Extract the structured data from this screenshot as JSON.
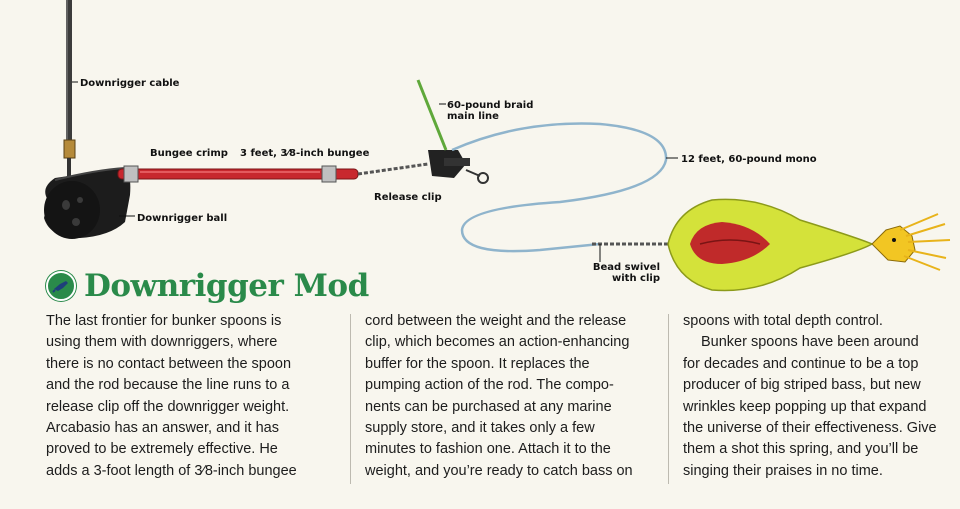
{
  "illustration": {
    "labels": {
      "downrigger_cable": "Downrigger cable",
      "bungee_crimp": "Bungee crimp",
      "bungee": "3 feet, 3⁄8-inch bungee",
      "downrigger_ball": "Downrigger ball",
      "release_clip": "Release clip",
      "braid": "60-pound braid main line",
      "mono": "12 feet, 60-pound mono",
      "swivel": "Bead swivel with clip"
    },
    "colors": {
      "bungee": "#c8282e",
      "braid": "#5fa83a",
      "mono": "#8fb4cc",
      "spoon": "#d4e23a",
      "ball": "#1c1c1c"
    }
  },
  "headline": {
    "icon": "rod-icon",
    "title": "Downrigger Mod",
    "color": "#2a8a4a"
  },
  "columns": {
    "col1": [
      "The last frontier for bunker spoons is",
      "using them with downriggers, where",
      "there is no contact between the spoon",
      "and the rod because the line runs to a",
      "release clip off the downrigger weight.",
      "Arcabasio has an answer, and it has",
      "proved to be extremely effective. He",
      "adds a 3-foot length of 3⁄8-inch bungee"
    ],
    "col2": [
      "cord between the weight and the release",
      "clip, which becomes an action-enhancing",
      "buffer for the spoon. It replaces the",
      "pumping action of the rod. The compo-",
      "nents can be purchased at any marine",
      "supply store, and it takes only a few",
      "minutes to fashion one. Attach it to the",
      "weight, and you’re ready to catch bass on"
    ],
    "col3": [
      "spoons with total depth control.",
      "Bunker spoons have been around",
      "for decades and continue to be a top",
      "producer of big striped bass, but new",
      "wrinkles keep popping up that expand",
      "the universe of their effectiveness. Give",
      "them a shot this spring, and you’ll be",
      "singing their praises in no time."
    ]
  }
}
